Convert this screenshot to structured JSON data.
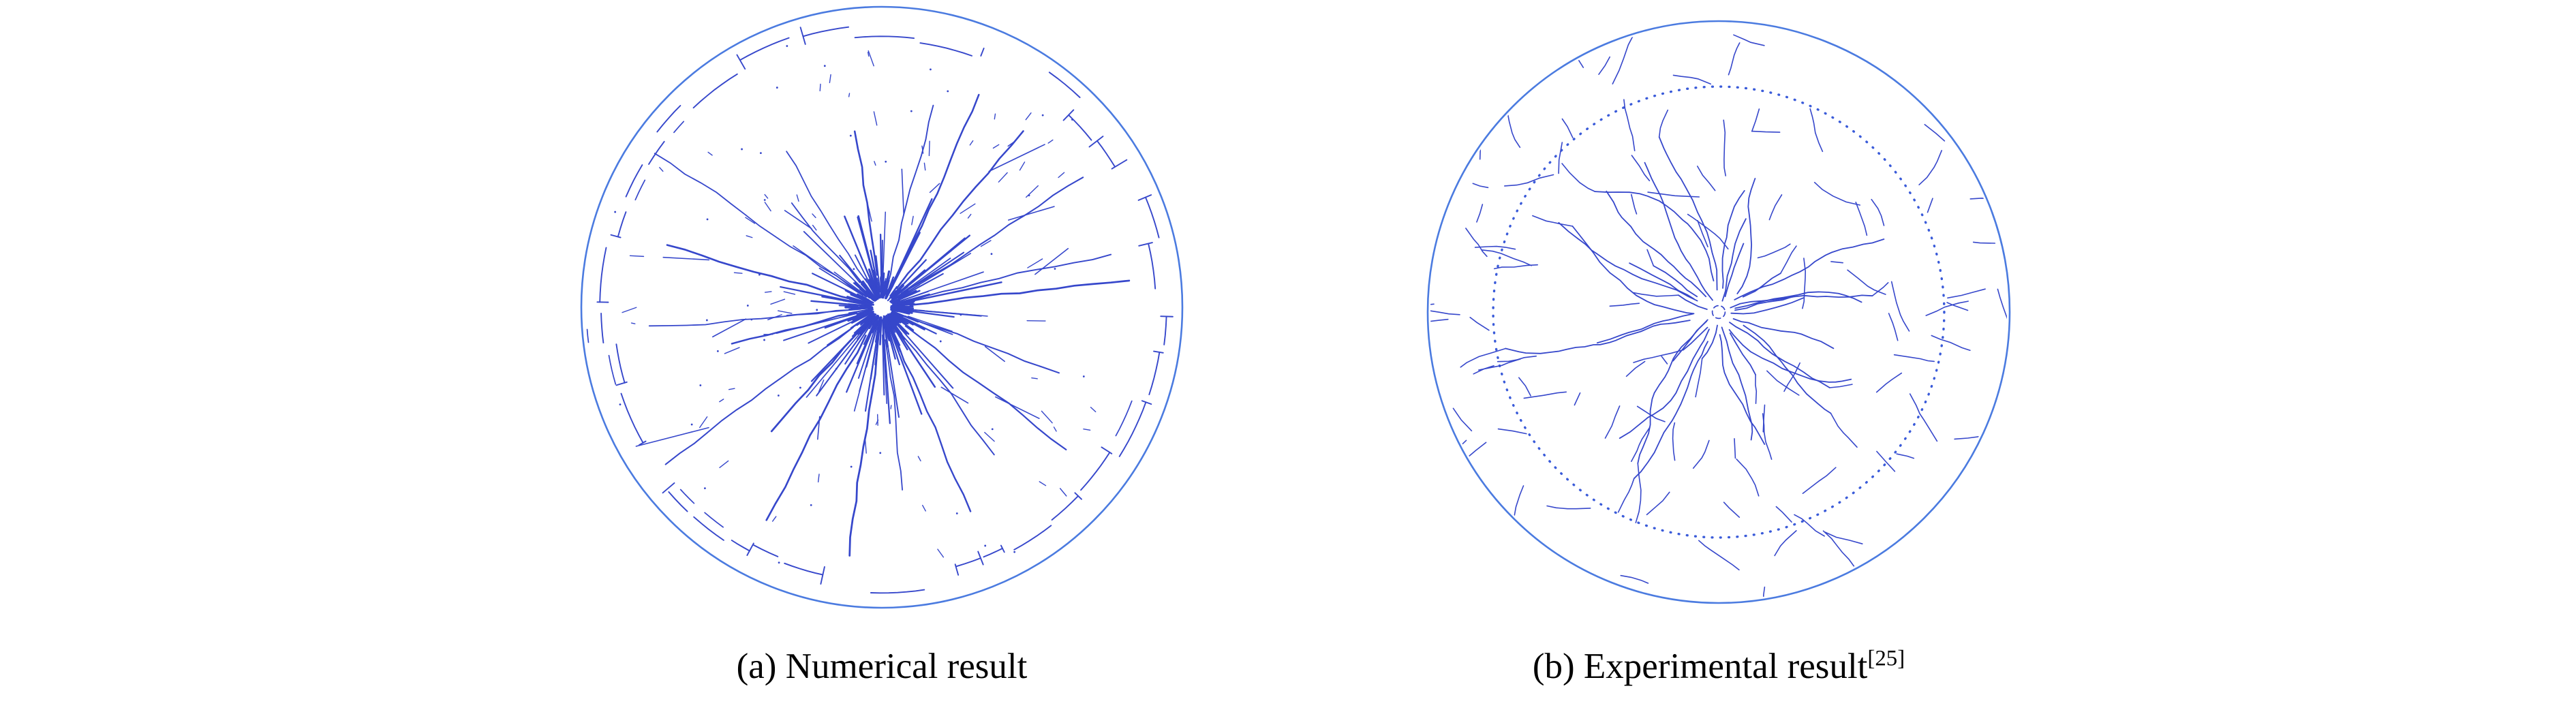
{
  "figure": {
    "colors": {
      "outer_ring": "#4b7be0",
      "crack": "#3647cb",
      "dashed_ring": "#3a5bd9",
      "background": "#ffffff",
      "caption_text": "#000000"
    },
    "panels": [
      {
        "id": "a",
        "kind": "numerical",
        "caption": "(a) Numerical result",
        "citation_sup": "",
        "render": {
          "seed": 1337,
          "spokes": 22,
          "medium_rays": 85,
          "burst_rays": 200,
          "debris": 70,
          "dots": 45,
          "rim_band": [
            0.885,
            0.962
          ]
        }
      },
      {
        "id": "b",
        "kind": "experimental",
        "caption": "(b) Experimental result",
        "citation_sup": "[25]",
        "render": {
          "seed": 424242,
          "dashed_fraction": 0.775,
          "radial_cracks": 34,
          "scattered_cracks": 95
        }
      }
    ]
  }
}
